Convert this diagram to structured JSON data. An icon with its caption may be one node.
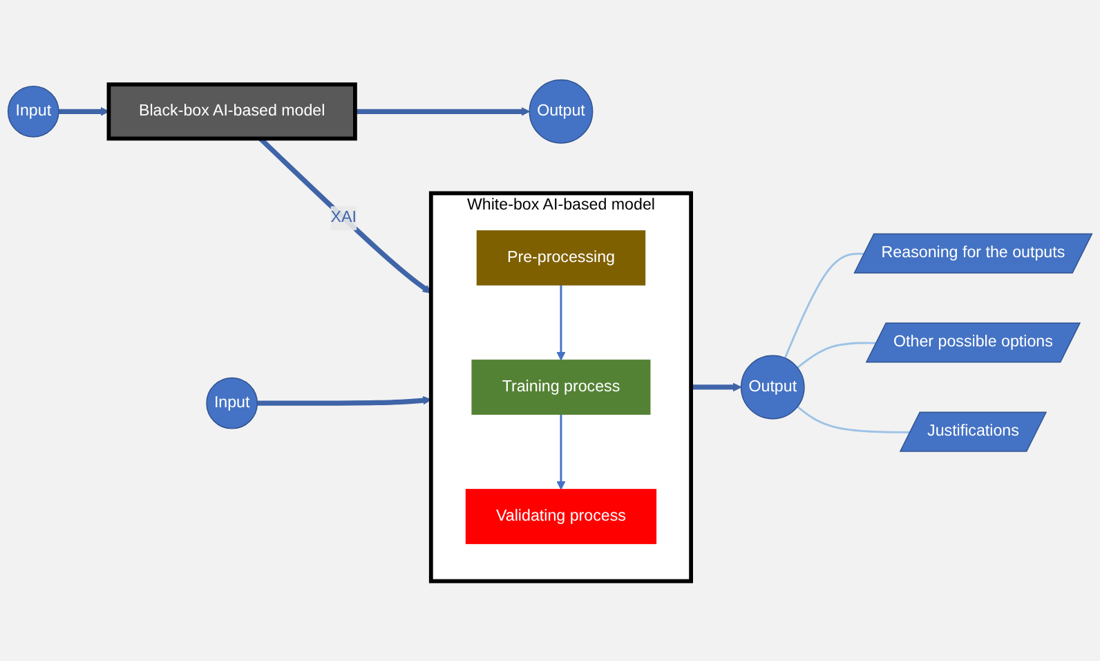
{
  "diagram": {
    "nodes": [
      {
        "text": [
          "Input"
        ]
      },
      {
        "text": [
          "Black-box AI-based model"
        ]
      },
      {
        "text": [
          "Output"
        ]
      },
      {
        "text": [
          "Input"
        ]
      },
      {
        "text": [
          "White-box AI-based model"
        ]
      },
      {
        "text": [
          "Pre-processing"
        ],
        "in": 4
      },
      {
        "text": [
          "Training process"
        ],
        "in": 4
      },
      {
        "text": [
          "Validating process"
        ],
        "in": 4
      },
      {
        "text": [
          "Output"
        ]
      },
      {
        "text": [
          "Reasoning for the outputs"
        ]
      },
      {
        "text": [
          "Other possible options"
        ]
      },
      {
        "text": [
          "Justifications"
        ]
      }
    ],
    "edges": [
      {
        "from": 0,
        "to": 1,
        "arrow": "to",
        "style": "thick"
      },
      {
        "from": 1,
        "to": 2,
        "arrow": "to",
        "style": "thick"
      },
      {
        "from": 1,
        "to": 4,
        "arrow": "to",
        "style": "thick",
        "label": "XAI"
      },
      {
        "from": 3,
        "to": 4,
        "arrow": "to",
        "style": "thick"
      },
      {
        "from": 4,
        "to": 8,
        "arrow": "to",
        "style": "thick"
      },
      {
        "from": 5,
        "to": 6,
        "arrow": "to"
      },
      {
        "from": 6,
        "to": 7,
        "arrow": "to"
      },
      {
        "from": 8,
        "to": 9,
        "arrow": "none",
        "color": "#9dc3e6"
      },
      {
        "from": 8,
        "to": 10,
        "arrow": "none",
        "color": "#9dc3e6"
      },
      {
        "from": 8,
        "to": 11,
        "arrow": "none",
        "color": "#9dc3e6"
      }
    ]
  }
}
